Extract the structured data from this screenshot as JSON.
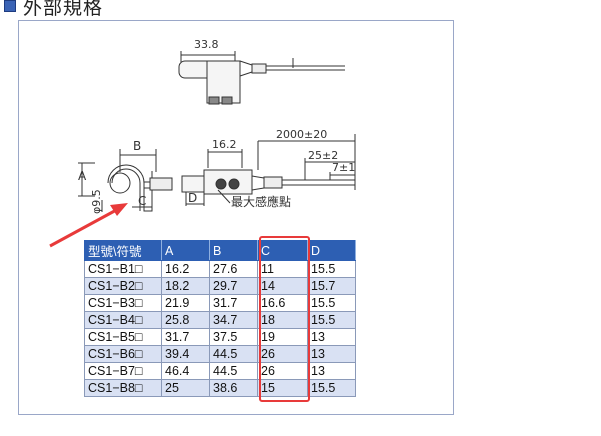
{
  "heading": {
    "title": "外部規格"
  },
  "drawing": {
    "dim_length": "33.8",
    "dim_b": "B",
    "dim_a": "A",
    "dim_c": "C",
    "dim_phi": "φ9.5",
    "dim_width": "16.2",
    "dim_cable": "2000±20",
    "dim_strip1": "25±2",
    "dim_strip2": "7±1",
    "dim_d": "D",
    "sensing_point": "最大感應點"
  },
  "spec_table": {
    "headers": [
      "型號\\符號",
      "A",
      "B",
      "C",
      "D"
    ],
    "rows": [
      [
        "CS1−B1□",
        "16.2",
        "27.6",
        "11",
        "15.5"
      ],
      [
        "CS1−B2□",
        "18.2",
        "29.7",
        "14",
        "15.7"
      ],
      [
        "CS1−B3□",
        "21.9",
        "31.7",
        "16.6",
        "15.5"
      ],
      [
        "CS1−B4□",
        "25.8",
        "34.7",
        "18",
        "15.5"
      ],
      [
        "CS1−B5□",
        "31.7",
        "37.5",
        "19",
        "13"
      ],
      [
        "CS1−B6□",
        "39.4",
        "44.5",
        "26",
        "13"
      ],
      [
        "CS1−B7□",
        "46.4",
        "44.5",
        "26",
        "13"
      ],
      [
        "CS1−B8□",
        "25",
        "38.6",
        "15",
        "15.5"
      ]
    ]
  },
  "colors": {
    "header_bg": "#2d5fb3",
    "alt_row": "#d9e1f3",
    "highlight": "#e83a3a",
    "arrow": "#e83a3a"
  }
}
